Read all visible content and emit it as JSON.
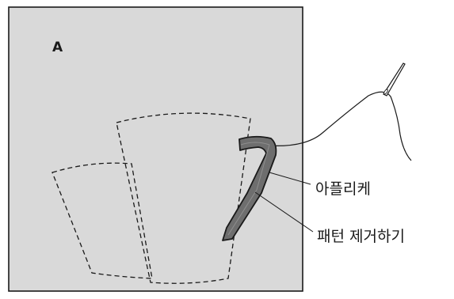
{
  "panel": {
    "letter": "A",
    "background": "#d9d9d9",
    "border": "#1a1a1a"
  },
  "labels": {
    "applique": "아플리케",
    "remove_pattern": "패턴 제거하기"
  },
  "colors": {
    "applique_fill": "#6e6e6e",
    "stroke": "#1a1a1a"
  },
  "elements": {
    "pattern_pieces": 2,
    "needle_and_thread": "needle-icon"
  }
}
